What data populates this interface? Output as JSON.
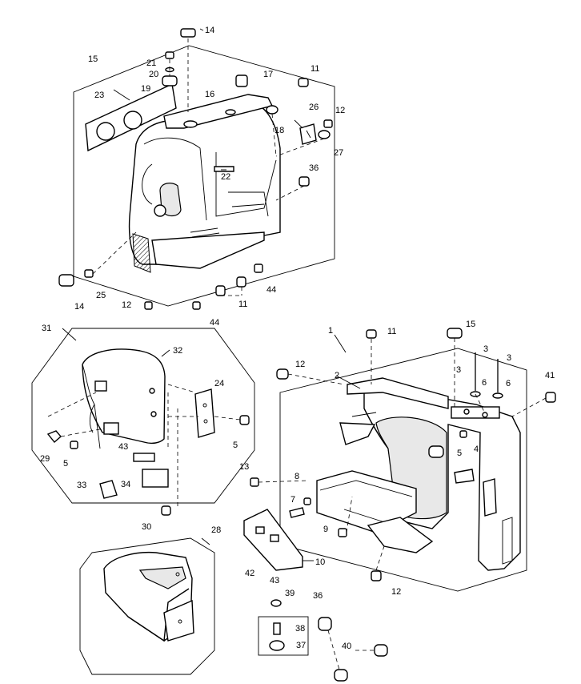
{
  "labels": [
    {
      "id": "l14a",
      "text": "14"
    },
    {
      "id": "l15a",
      "text": "15"
    },
    {
      "id": "l21",
      "text": "21"
    },
    {
      "id": "l20",
      "text": "20"
    },
    {
      "id": "l19",
      "text": "19"
    },
    {
      "id": "l23",
      "text": "23"
    },
    {
      "id": "l16",
      "text": "16"
    },
    {
      "id": "l17",
      "text": "17"
    },
    {
      "id": "l11a",
      "text": "11"
    },
    {
      "id": "l18",
      "text": "18"
    },
    {
      "id": "l26",
      "text": "26"
    },
    {
      "id": "l12a",
      "text": "12"
    },
    {
      "id": "l27",
      "text": "27"
    },
    {
      "id": "l22",
      "text": "22"
    },
    {
      "id": "l36a",
      "text": "36"
    },
    {
      "id": "l14b",
      "text": "14"
    },
    {
      "id": "l25",
      "text": "25"
    },
    {
      "id": "l12b",
      "text": "12"
    },
    {
      "id": "l11b",
      "text": "11"
    },
    {
      "id": "l44a",
      "text": "44"
    },
    {
      "id": "l44b",
      "text": "44"
    },
    {
      "id": "l31",
      "text": "31"
    },
    {
      "id": "l32",
      "text": "32"
    },
    {
      "id": "l24",
      "text": "24"
    },
    {
      "id": "l5a",
      "text": "5"
    },
    {
      "id": "l29",
      "text": "29"
    },
    {
      "id": "l5b",
      "text": "5"
    },
    {
      "id": "l43a",
      "text": "43"
    },
    {
      "id": "l33",
      "text": "33"
    },
    {
      "id": "l34",
      "text": "34"
    },
    {
      "id": "l30",
      "text": "30"
    },
    {
      "id": "l1",
      "text": "1"
    },
    {
      "id": "l11c",
      "text": "11"
    },
    {
      "id": "l15b",
      "text": "15"
    },
    {
      "id": "l12c",
      "text": "12"
    },
    {
      "id": "l2",
      "text": "2"
    },
    {
      "id": "l3a",
      "text": "3"
    },
    {
      "id": "l3b",
      "text": "3"
    },
    {
      "id": "l3c",
      "text": "3"
    },
    {
      "id": "l6a",
      "text": "6"
    },
    {
      "id": "l6b",
      "text": "6"
    },
    {
      "id": "l41",
      "text": "41"
    },
    {
      "id": "l4",
      "text": "4"
    },
    {
      "id": "l5c",
      "text": "5"
    },
    {
      "id": "l13",
      "text": "13"
    },
    {
      "id": "l8",
      "text": "8"
    },
    {
      "id": "l7",
      "text": "7"
    },
    {
      "id": "l9",
      "text": "9"
    },
    {
      "id": "l28",
      "text": "28"
    },
    {
      "id": "l42",
      "text": "42"
    },
    {
      "id": "l43b",
      "text": "43"
    },
    {
      "id": "l10",
      "text": "10"
    },
    {
      "id": "l12d",
      "text": "12"
    },
    {
      "id": "l39",
      "text": "39"
    },
    {
      "id": "l36b",
      "text": "36"
    },
    {
      "id": "l38",
      "text": "38"
    },
    {
      "id": "l37",
      "text": "37"
    },
    {
      "id": "l40",
      "text": "40"
    }
  ]
}
